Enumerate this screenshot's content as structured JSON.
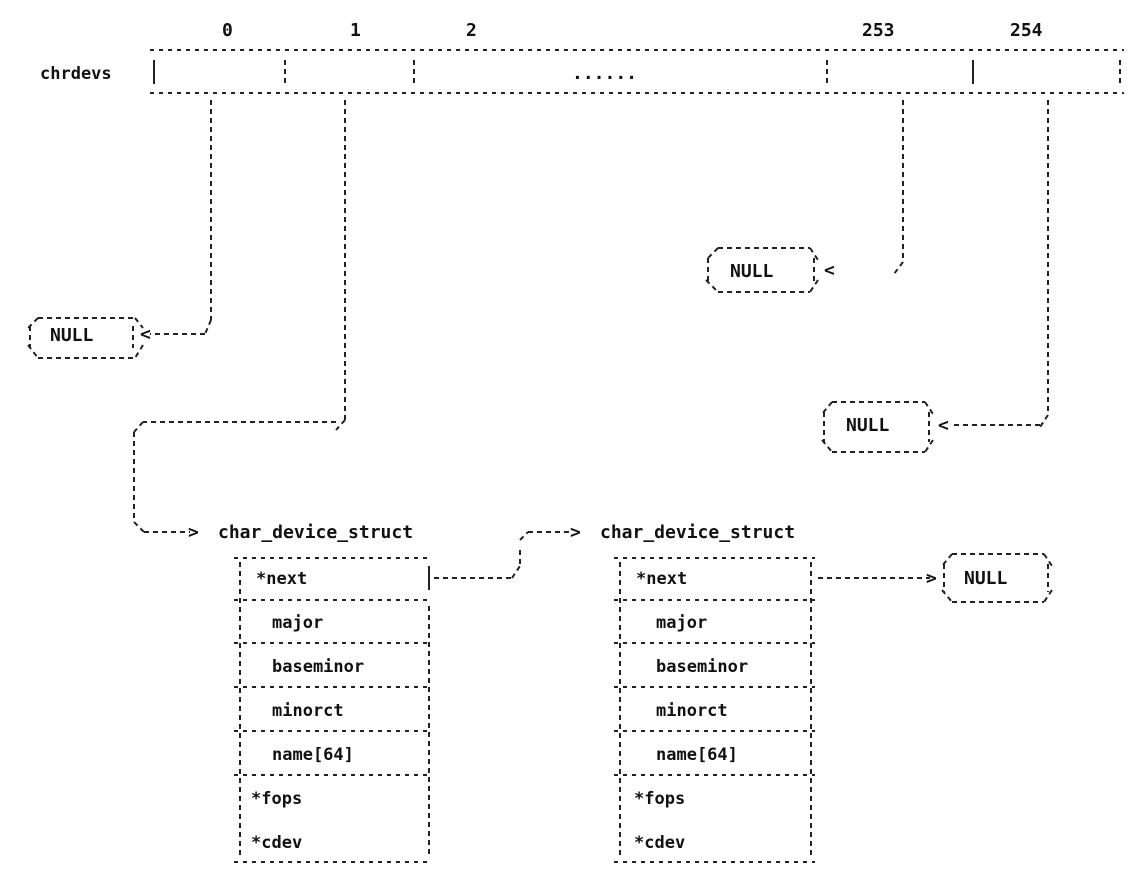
{
  "array": {
    "label": "chrdevs",
    "indices": [
      "0",
      "1",
      "2",
      "253",
      "254"
    ],
    "ellipsis": "......"
  },
  "nulls": {
    "n0": "NULL",
    "n253": "NULL",
    "n254": "NULL",
    "n_end": "NULL"
  },
  "struct_a": {
    "title": "char_device_struct",
    "fields": [
      "*next",
      "major",
      "baseminor",
      "minorct",
      "name[64]",
      "*fops",
      "*cdev"
    ]
  },
  "struct_b": {
    "title": "char_device_struct",
    "fields": [
      "*next",
      "major",
      "baseminor",
      "minorct",
      "name[64]",
      "*fops",
      "*cdev"
    ]
  }
}
